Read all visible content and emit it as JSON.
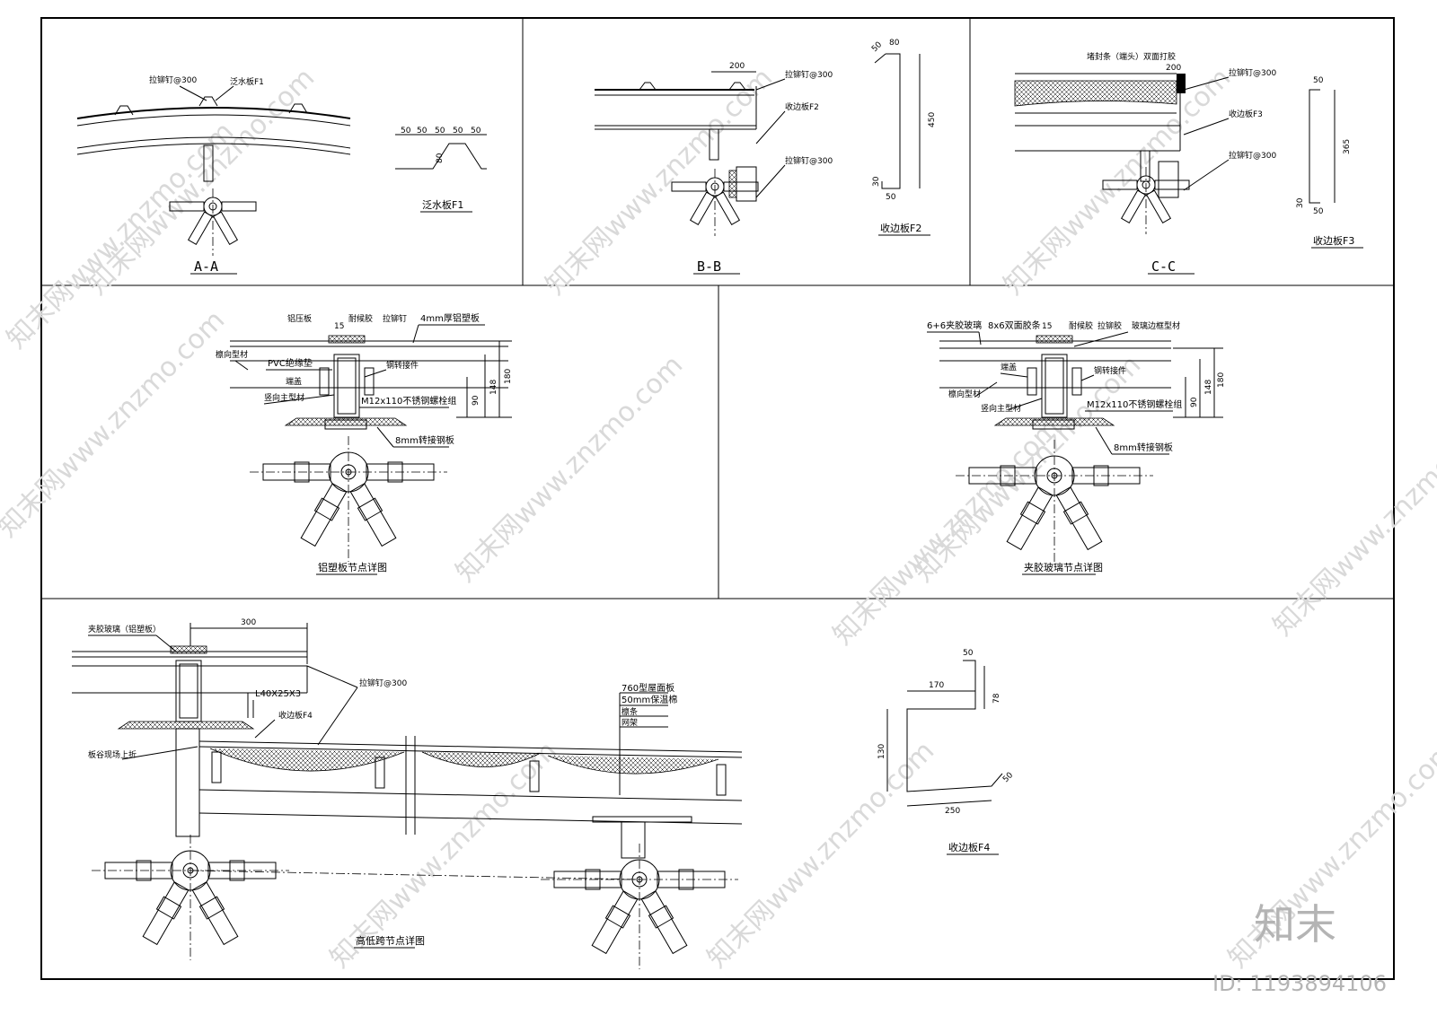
{
  "sections": {
    "aa": {
      "title": "A-A",
      "rivet_label": "拉铆钉@300",
      "flashing_label": "泛水板F1",
      "profile_title": "泛水板F1",
      "dims": [
        "50",
        "50",
        "50",
        "50",
        "50",
        "80"
      ]
    },
    "bb": {
      "title": "B-B",
      "dim_top": "200",
      "rivet_label_1": "拉铆钉@300",
      "edge_label": "收边板F2",
      "rivet_label_2": "拉铆钉@300",
      "profile_title": "收边板F2",
      "dims": [
        "50",
        "80",
        "450",
        "30",
        "50"
      ]
    },
    "cc": {
      "title": "C-C",
      "top_label": "堵封条（端头）双面打胶",
      "dim_top": "200",
      "rivet_label_1": "拉铆钉@300",
      "edge_label": "收边板F3",
      "rivet_label_2": "拉铆钉@300",
      "profile_title": "收边板F3",
      "dims": [
        "50",
        "365",
        "30",
        "50"
      ]
    }
  },
  "alum_node": {
    "title": "铝塑板节点详图",
    "labels": {
      "press_plate": "铝压板",
      "sealant": "耐候胶",
      "self_tap": "拉铆钉",
      "panel": "4mm厚铝塑板",
      "purlin": "檩向型材",
      "pvc_pad": "PVC绝缘垫",
      "connector": "钢转接件",
      "cap": "端盖",
      "main_profile": "竖向主型材",
      "bolt": "M12x110不锈钢螺栓组",
      "plate": "8mm转接钢板"
    },
    "dims": [
      "15",
      "148",
      "180",
      "90"
    ]
  },
  "glass_node": {
    "title": "夹胶玻璃节点详图",
    "labels": {
      "glass": "6+6夹胶玻璃",
      "tape": "8x6双面胶条",
      "sealant": "耐候胶",
      "rivet": "拉铆胶",
      "frame": "玻璃边框型材",
      "cap": "端盖",
      "connector": "钢转接件",
      "purlin": "檩向型材",
      "main_profile": "竖向主型材",
      "bolt": "M12x110不锈钢螺栓组",
      "plate": "8mm转接钢板"
    },
    "dims": [
      "15",
      "148",
      "180",
      "90"
    ]
  },
  "hl_node": {
    "title": "高低跨节点详图",
    "labels": {
      "glass": "夹胶玻璃（铝塑板）",
      "angle": "L40X25X3",
      "rivet": "拉铆钉@300",
      "edge": "收边板F4",
      "fold": "板谷现场上折",
      "panel": "760型屋面板",
      "wool": "50mm保温棉",
      "purlin": "檩条",
      "frame": "网架"
    },
    "dim_top": "300"
  },
  "f4": {
    "title": "收边板F4",
    "dims": [
      "50",
      "78",
      "170",
      "130",
      "50",
      "250"
    ]
  },
  "watermark": {
    "text": "知末网www.znzmo.com",
    "logo": "知末",
    "id": "ID: 1193894106"
  }
}
